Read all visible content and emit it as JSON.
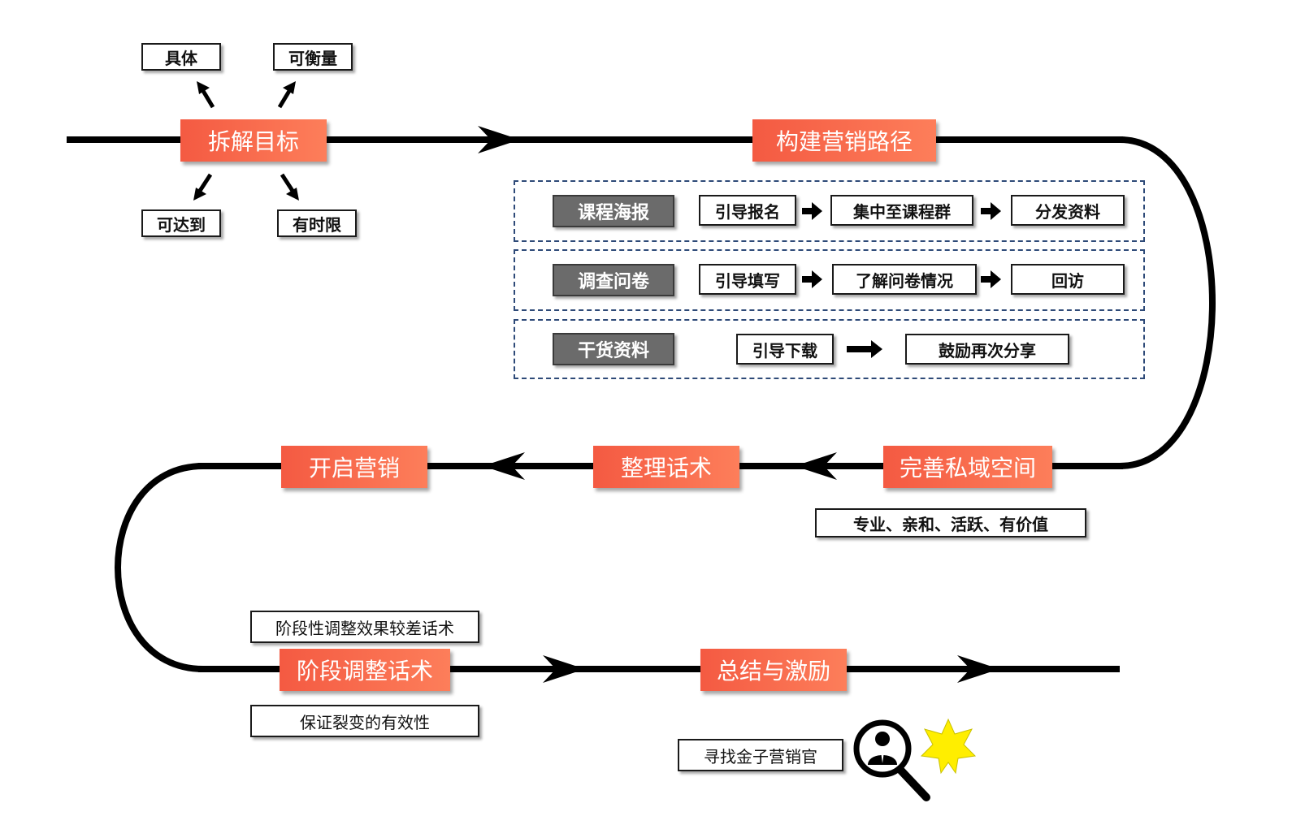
{
  "stages": {
    "decompose": "拆解目标",
    "build_path": "构建营销路径",
    "private_domain": "完善私域空间",
    "script": "整理话术",
    "start": "开启营销",
    "adjust": "阶段调整话术",
    "summary": "总结与激励"
  },
  "goals": {
    "specific": "具体",
    "measurable": "可衡量",
    "achievable": "可达到",
    "time_bound": "有时限"
  },
  "paths": [
    {
      "category": "课程海报",
      "steps": [
        "引导报名",
        "集中至课程群",
        "分发资料"
      ]
    },
    {
      "category": "调查问卷",
      "steps": [
        "引导填写",
        "了解问卷情况",
        "回访"
      ]
    },
    {
      "category": "干货资料",
      "steps": [
        "引导下载",
        "鼓励再次分享"
      ]
    }
  ],
  "notes": {
    "private_domain_traits": "专业、亲和、活跃、有价值",
    "adjust_top": "阶段性调整效果较差话术",
    "adjust_bottom": "保证裂变的有效性",
    "find_marketer": "寻找金子营销官"
  },
  "icons": {
    "search_person": "magnifier-person-icon",
    "star": "star-icon"
  },
  "colors": {
    "stage_start": "#f45a42",
    "stage_end": "#fd7e5a",
    "gray_box": "#6b6b6b",
    "dashed_border": "#2e4a78",
    "star_fill": "#ffee00"
  }
}
